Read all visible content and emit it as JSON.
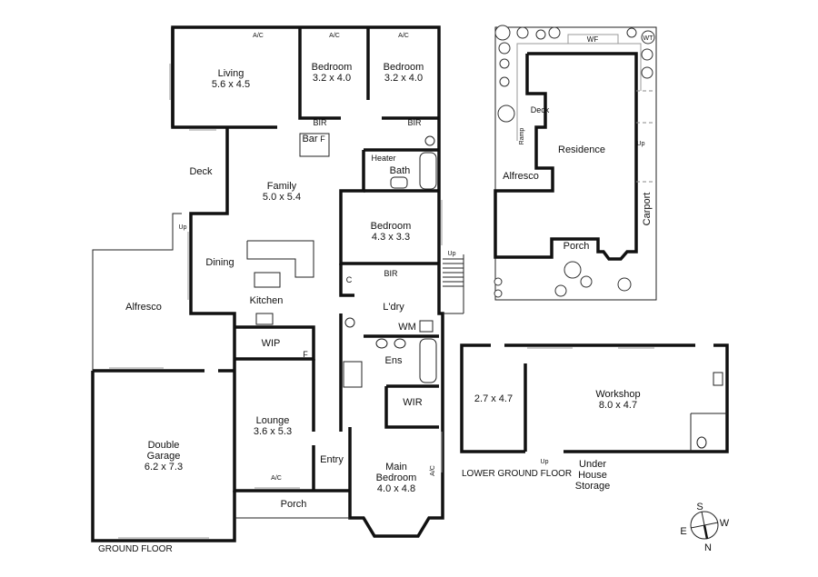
{
  "ground_floor": {
    "caption": "GROUND FLOOR",
    "rooms": {
      "living": {
        "name": "Living",
        "dims": "5.6 x 4.5"
      },
      "bedroom_2": {
        "name": "Bedroom",
        "dims": "3.2 x 4.0"
      },
      "bedroom_3": {
        "name": "Bedroom",
        "dims": "3.2 x 4.0"
      },
      "family": {
        "name": "Family",
        "dims": "5.0 x 5.4"
      },
      "bedroom_4": {
        "name": "Bedroom",
        "dims": "4.3 x 3.3"
      },
      "lounge": {
        "name": "Lounge",
        "dims": "3.6 x 5.3"
      },
      "main_bedroom": {
        "name": "Main",
        "name2": "Bedroom",
        "dims": "4.0 x 4.8"
      },
      "double_garage": {
        "name": "Double",
        "name2": "Garage",
        "dims": "6.2 x 7.3"
      }
    },
    "labels": {
      "deck": "Deck",
      "dining": "Dining",
      "kitchen": "Kitchen",
      "alfresco": "Alfresco",
      "wip": "WIP",
      "f1": "F",
      "f2": "F",
      "bar": "Bar",
      "bir1": "BIR",
      "bir2": "BIR",
      "bir3": "BIR",
      "heater": "Heater",
      "bath": "Bath",
      "c": "C",
      "ldry": "L'dry",
      "wm": "WM",
      "ens": "Ens",
      "wir": "WIR",
      "entry": "Entry",
      "porch": "Porch",
      "up1": "Up",
      "up2": "Up",
      "ac1": "A/C",
      "ac2": "A/C",
      "ac3": "A/C",
      "ac4": "A/C",
      "ac5": "A/C"
    }
  },
  "lower_ground_floor": {
    "caption": "LOWER GROUND FLOOR",
    "room_small": "2.7 x 4.7",
    "workshop": {
      "name": "Workshop",
      "dims": "8.0 x 4.7"
    },
    "up": "Up",
    "storage": {
      "line1": "Under",
      "line2": "House",
      "line3": "Storage"
    }
  },
  "site_plan": {
    "residence": "Residence",
    "deck": "Deck",
    "ramp": "Ramp",
    "alfresco": "Alfresco",
    "porch": "Porch",
    "carport": "Carport",
    "wf": "WF",
    "wt": "WT",
    "up": "Up"
  },
  "compass": {
    "s": "S",
    "w": "W",
    "e": "E",
    "n": "N"
  }
}
